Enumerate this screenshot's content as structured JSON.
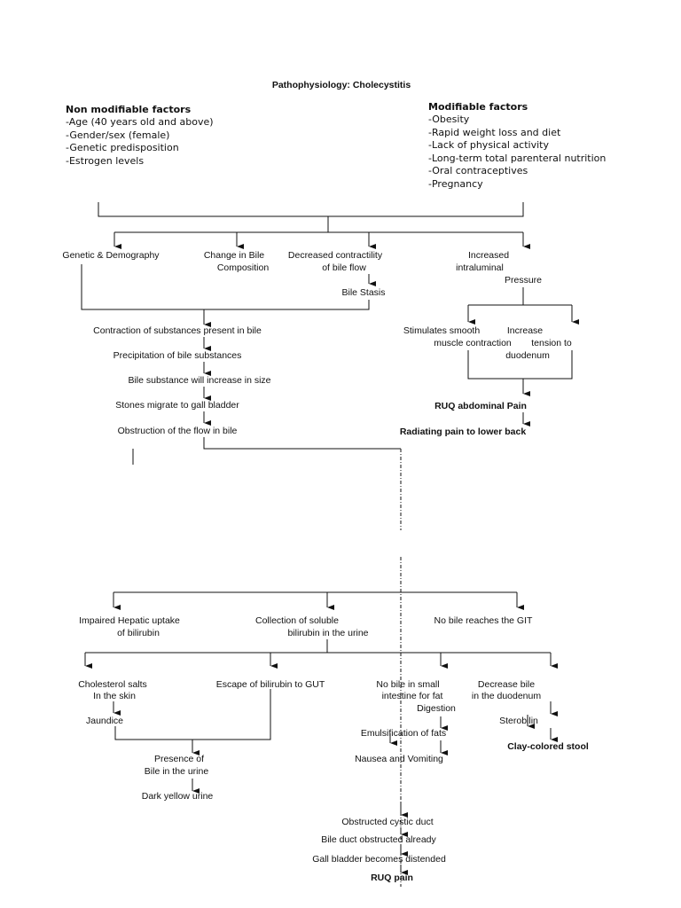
{
  "title": "Pathophysiology: Cholecystitis",
  "non_modifiable": {
    "heading": "Non modifiable factors",
    "items": [
      "-Age (40 years old and above)",
      "-Gender/sex (female)",
      "-Genetic predisposition",
      "-Estrogen levels"
    ]
  },
  "modifiable": {
    "heading": "Modifiable factors",
    "items": [
      "-Obesity",
      "-Rapid weight loss and diet",
      "-Lack of physical activity",
      "-Long-term total parenteral nutrition",
      "-Oral contraceptives",
      "-Pregnancy"
    ]
  },
  "nodes": {
    "genetic": "Genetic & Demography",
    "change_bile_1": "Change in Bile",
    "change_bile_2": "Composition",
    "decreased_1": "Decreased contractility",
    "decreased_2": "of bile flow",
    "bile_stasis": "Bile Stasis",
    "increased_1": "Increased",
    "increased_2": "intraluminal",
    "increased_3": "Pressure",
    "contraction": "Contraction of substances present in bile",
    "precipitation": "Precipitation of bile substances",
    "increase_size": "Bile substance will increase in size",
    "stones": "Stones migrate to gall bladder",
    "obstruction": "Obstruction of the flow in bile",
    "stim_1": "Stimulates smooth",
    "stim_2": "muscle contraction",
    "inc_tension_1": "Increase",
    "inc_tension_2": "tension to",
    "inc_tension_3": "duodenum",
    "ruq_abd": "RUQ abdominal Pain",
    "radiating": "Radiating pain to lower back",
    "impaired_1": "Impaired Hepatic uptake",
    "impaired_2": "of bilirubin",
    "collection_1": "Collection of soluble",
    "collection_2": "bilirubin in the urine",
    "no_bile_git": "No bile reaches the GIT",
    "chol_1": "Cholesterol salts",
    "chol_2": "In the skin",
    "jaundice": "Jaundice",
    "escape": "Escape of bilirubin to GUT",
    "nobile_1": "No bile in small",
    "nobile_2": "intestine for fat",
    "nobile_3": "Digestion",
    "emulsification": "Emulsification of fats",
    "nausea": "Nausea and Vomiting",
    "decrease_1": "Decrease bile",
    "decrease_2": "in the duodenum",
    "sterobilin": "Sterobilin",
    "clay": "Clay-colored stool",
    "presence_1": "Presence of",
    "presence_2": "Bile in the urine",
    "dark_urine": "Dark yellow urine",
    "obstructed_cystic": "Obstructed cystic duct",
    "bile_duct": "Bile duct obstructed already",
    "gb_distended": "Gall bladder becomes distended",
    "ruq_pain": "RUQ pain"
  }
}
